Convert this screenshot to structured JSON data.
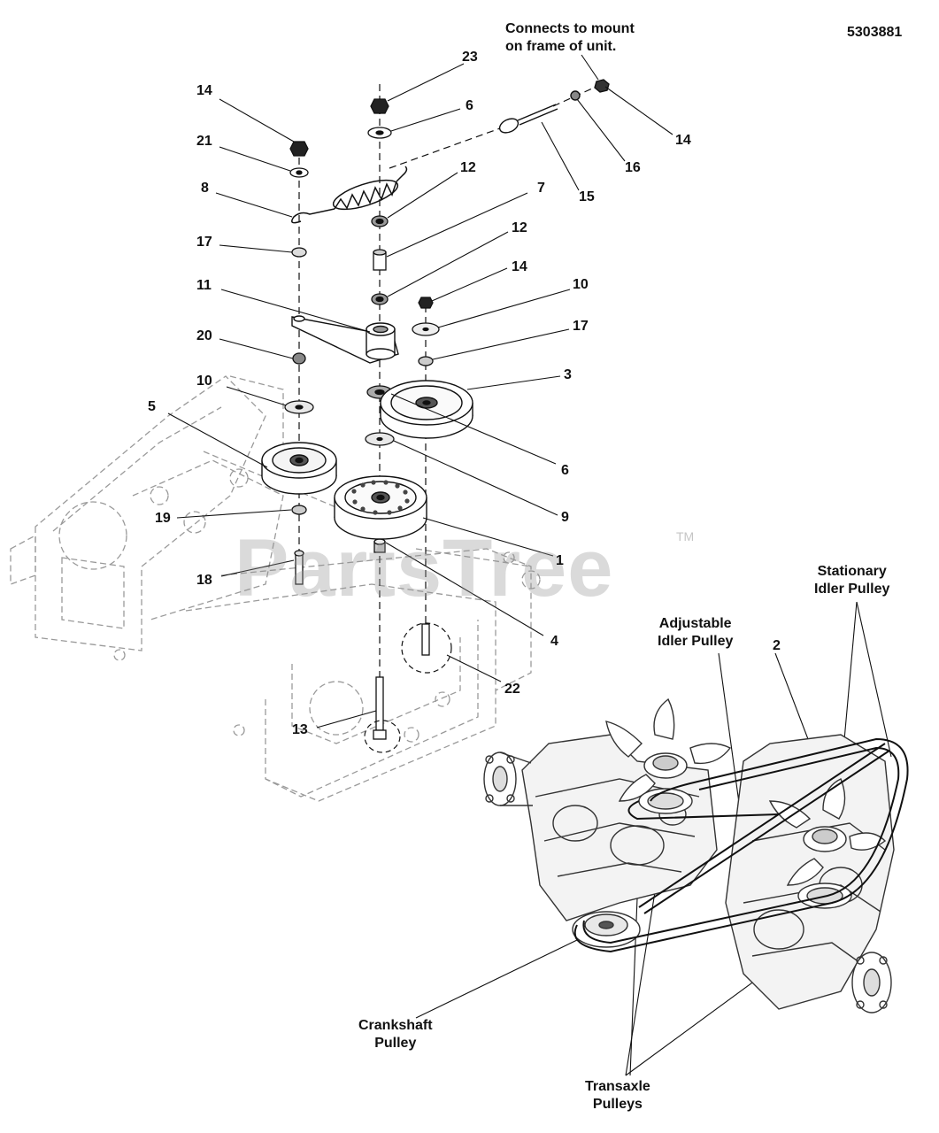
{
  "part_number": "5303881",
  "watermark": {
    "text": "PartsTree",
    "trademark": "TM"
  },
  "notes": {
    "connects_line1": "Connects to mount",
    "connects_line2": "on frame of unit.",
    "stationary_line1": "Stationary",
    "stationary_line2": "Idler Pulley",
    "adjustable_line1": "Adjustable",
    "adjustable_line2": "Idler Pulley",
    "crankshaft_line1": "Crankshaft",
    "crankshaft_line2": "Pulley",
    "transaxle_line1": "Transaxle",
    "transaxle_line2": "Pulleys"
  },
  "callouts": {
    "c23": "23",
    "c6a": "6",
    "c14a": "14",
    "c21": "21",
    "c8": "8",
    "c12a": "12",
    "c7": "7",
    "c12b": "12",
    "c17a": "17",
    "c11": "11",
    "c14b": "14",
    "c10a": "10",
    "c17b": "17",
    "c20": "20",
    "c3": "3",
    "c10b": "10",
    "c5": "5",
    "c6b": "6",
    "c9": "9",
    "c19": "19",
    "c1": "1",
    "c18": "18",
    "c4": "4",
    "c22": "22",
    "c13": "13",
    "c14c": "14",
    "c16": "16",
    "c15": "15",
    "c2": "2"
  },
  "colors": {
    "ink": "#111111",
    "frame": "#8a8a8a",
    "engine": "#555555",
    "watermark": "#969696"
  }
}
